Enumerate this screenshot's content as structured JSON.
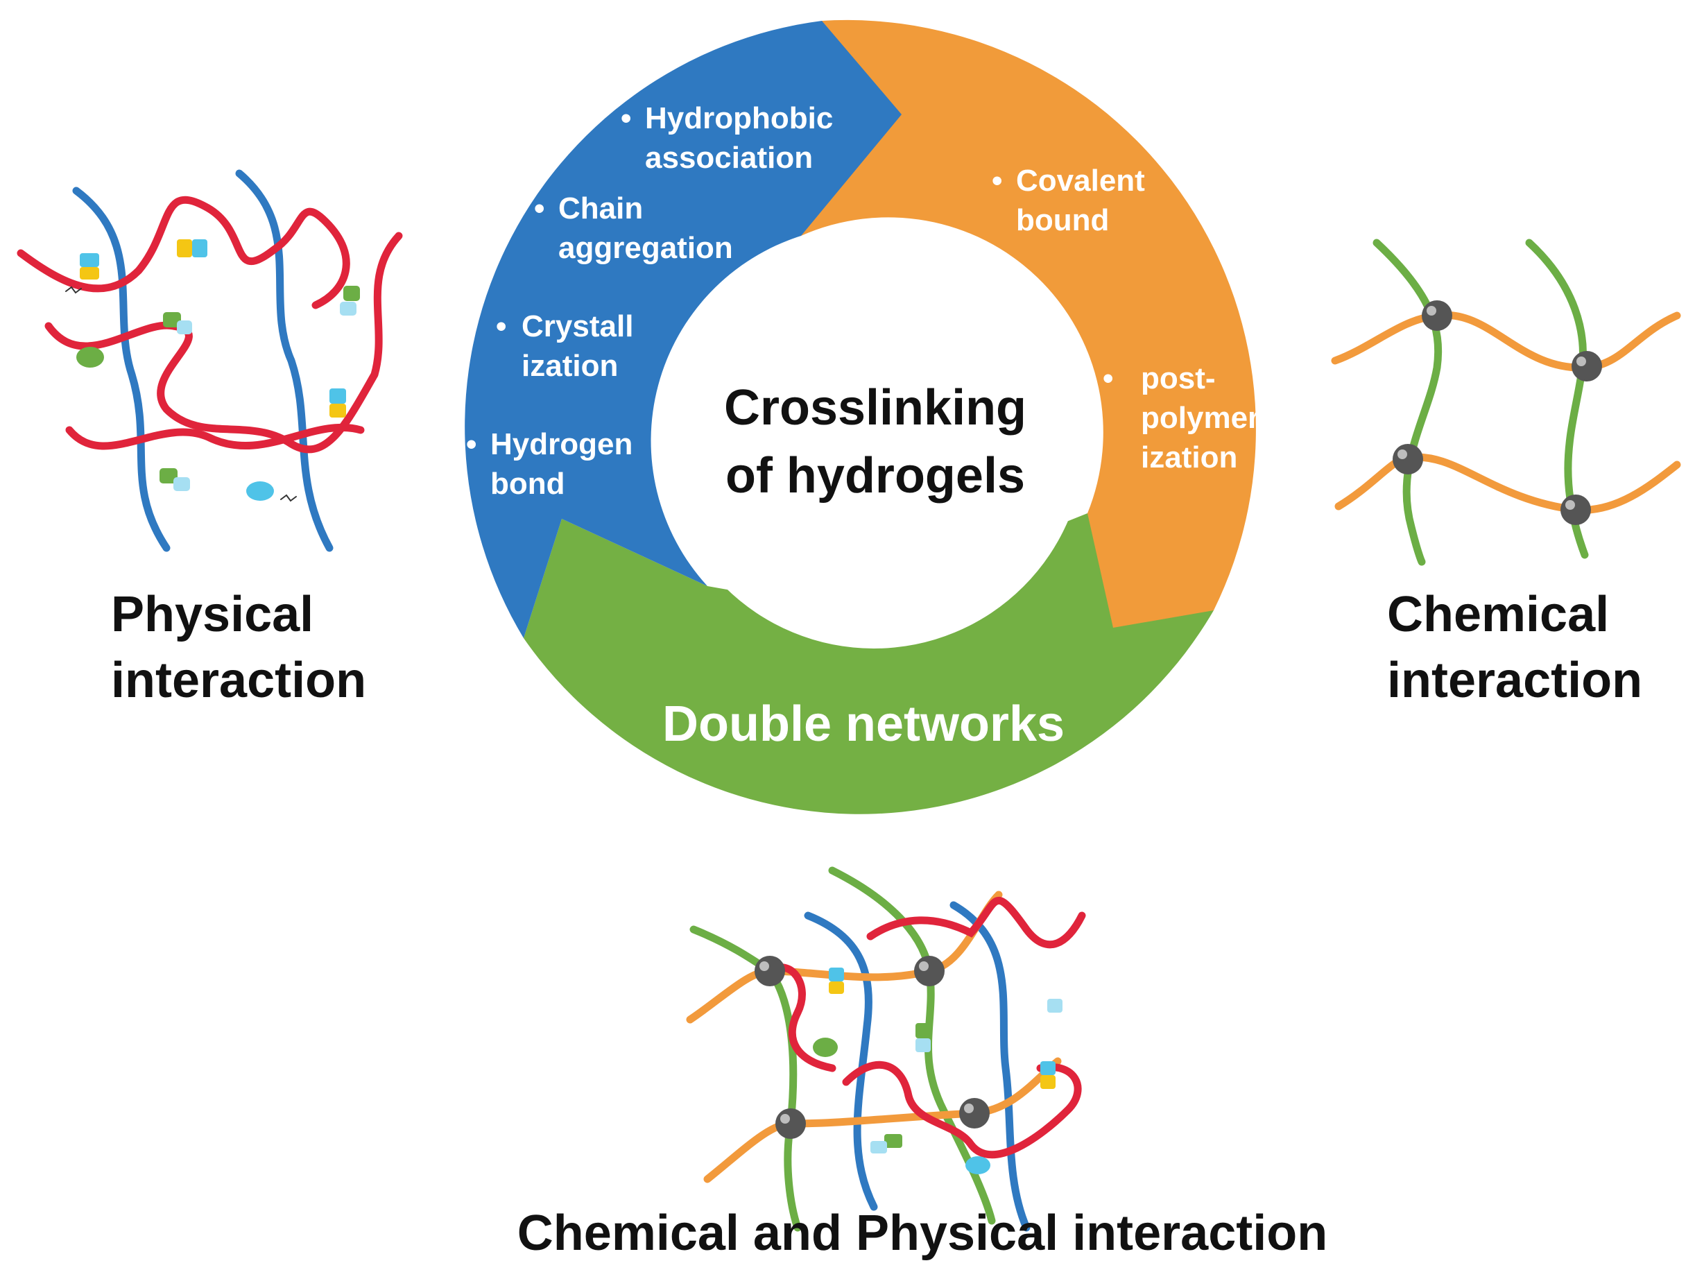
{
  "colors": {
    "physical_segment": "#2f79c1",
    "chemical_segment": "#f19b3a",
    "double_network_segment": "#74b044",
    "polymer_red": "#e0243b",
    "polymer_blue": "#2f79c1",
    "polymer_green": "#6cae45",
    "polymer_orange": "#f29a3c",
    "crosslink_node": "#555555",
    "text_dark": "#111111",
    "text_light": "#ffffff"
  },
  "center": {
    "line1": "Crosslinking",
    "line2": "of hydrogels"
  },
  "physical_segment": {
    "items": [
      {
        "bullet": "•",
        "line1": "Hydrophobic",
        "line2": "association"
      },
      {
        "bullet": "•",
        "line1": "Chain",
        "line2": "aggregation"
      },
      {
        "bullet": "•",
        "line1": "Crystall",
        "line2": "ization"
      },
      {
        "bullet": "•",
        "line1": "Hydrogen",
        "line2": "bond"
      }
    ]
  },
  "chemical_segment": {
    "items": [
      {
        "bullet": "•",
        "line1": "Covalent",
        "line2": "bound"
      },
      {
        "bullet": "•",
        "line1": "post-",
        "line2": "polymer",
        "line3": "ization"
      }
    ]
  },
  "double_network_segment": {
    "label": "Double networks"
  },
  "captions": {
    "physical": {
      "line1": "Physical",
      "line2": "interaction"
    },
    "chemical": {
      "line1": "Chemical",
      "line2": "interaction"
    },
    "combined": "Chemical and Physical interaction"
  },
  "icons": {
    "physical_network": "physical-network-icon",
    "chemical_network": "chemical-network-icon",
    "combined_network": "combined-network-icon"
  }
}
